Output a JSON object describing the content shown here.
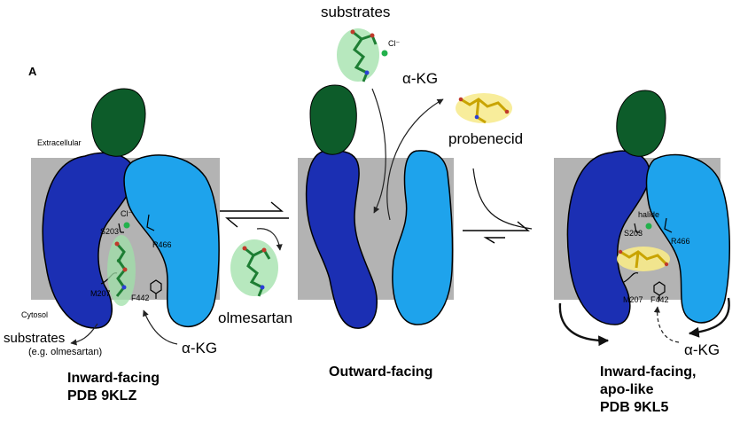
{
  "panel_letter": "A",
  "colors": {
    "dark_blue": "#1b2fb3",
    "light_blue": "#1ea3ec",
    "dark_green": "#0d5c2a",
    "membrane_gray": "#b3b3b3",
    "chloride_green": "#22b14c",
    "ligand_green": "#7fd08b",
    "ligand_yellow": "#f2dc3c"
  },
  "icons": [
    "chloride-ion-dot",
    "olmesartan-molecule",
    "probenecid-molecule",
    "equilibrium-arrows",
    "curved-arrows"
  ],
  "left_state": {
    "extracellular_label": "Extracellular",
    "cytosol_label": "Cytosol",
    "chloride_label": "Cl⁻",
    "residues": [
      "S203",
      "R466",
      "M207",
      "F442"
    ],
    "substrates_label": "substrates",
    "substrates_example": "(e.g. olmesartan)",
    "alpha_kg_label": "α-KG",
    "title_line1": "Inward-facing",
    "title_line2": "PDB 9KLZ"
  },
  "middle_state": {
    "substrates_label": "substrates",
    "chloride_label": "Cl⁻",
    "alpha_kg_label": "α-KG",
    "probenecid_label": "probenecid",
    "olmesartan_label": "olmesartan",
    "title": "Outward-facing"
  },
  "right_state": {
    "halide_label": "halide",
    "residues": [
      "S203",
      "R466",
      "M207",
      "F442"
    ],
    "alpha_kg_label": "α-KG",
    "title_line1": "Inward-facing,",
    "title_line2": "apo-like",
    "title_line3": "PDB 9KL5"
  }
}
